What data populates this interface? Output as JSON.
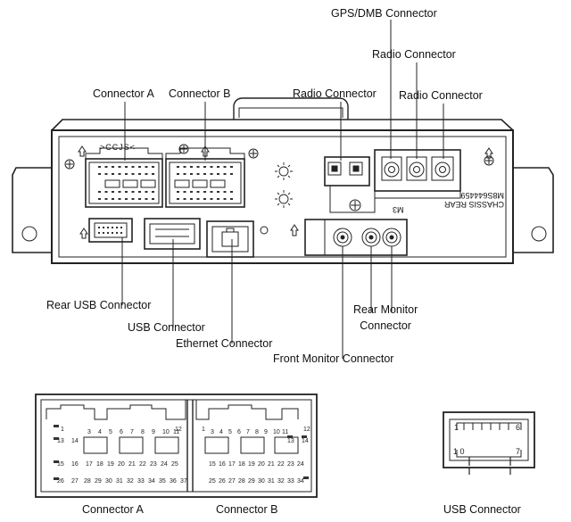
{
  "labels": {
    "gps_dmb": "GPS/DMB Connector",
    "radio_1": "Radio Connector",
    "radio_2": "Radio Connector",
    "radio_3": "Radio Connector",
    "connector_a": "Connector A",
    "connector_b": "Connector B",
    "rear_usb": "Rear USB Connector",
    "usb": "USB Connector",
    "ethernet": "Ethernet Connector",
    "front_monitor": "Front Monitor Connector",
    "rear_monitor_line1": "Rear Monitor",
    "rear_monitor_line2": "Connector",
    "bottom_connector_a": "Connector A",
    "bottom_connector_b": "Connector B",
    "bottom_usb": "USB Connector"
  },
  "unit_markings": {
    "chassis_rear_line1": "CHASSIS REAR",
    "chassis_rear_line2": "M8S644459",
    "m3": "M3",
    "left_stamp": ">CCJS<"
  },
  "pins": {
    "conn_a": {
      "top_left": "1",
      "top_right": "12",
      "r1": [
        "13",
        "14"
      ],
      "row2": [
        "3",
        "4",
        "5",
        "6",
        "7",
        "8",
        "9",
        "10",
        "11"
      ],
      "r3": [
        "15",
        "16"
      ],
      "row4": [
        "17",
        "18",
        "19",
        "20",
        "21",
        "22",
        "23",
        "24",
        "25"
      ],
      "r5": [
        "26",
        "27"
      ],
      "row6": [
        "28",
        "29",
        "30",
        "31",
        "32",
        "33",
        "34",
        "35",
        "36",
        "37"
      ]
    },
    "conn_b": {
      "top_left": "1",
      "top_right": "12",
      "row2": [
        "3",
        "4",
        "5",
        "6",
        "7",
        "8",
        "9",
        "10",
        "11"
      ],
      "right1": [
        "13",
        "14"
      ],
      "row4": [
        "15",
        "16",
        "17",
        "18",
        "19",
        "20",
        "21",
        "22",
        "23",
        "24"
      ],
      "row6": [
        "25",
        "26",
        "27",
        "28",
        "29",
        "30",
        "31",
        "32",
        "33",
        "34"
      ]
    },
    "usb": {
      "p1": "1",
      "p6": "6",
      "p10": "1 0",
      "p7": "7"
    }
  }
}
